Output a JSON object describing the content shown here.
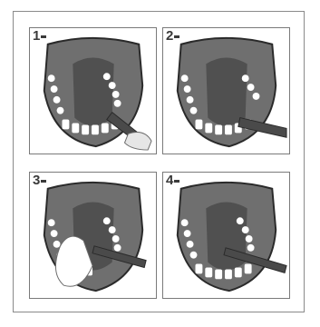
{
  "figure": {
    "panels": [
      {
        "step": "1",
        "action": "outer-upper-right"
      },
      {
        "step": "2",
        "action": "outer-lower-right"
      },
      {
        "step": "3",
        "action": "inner-upper"
      },
      {
        "step": "4",
        "action": "inner-lower"
      }
    ],
    "colors": {
      "mouth_fill": "#6f6f6f",
      "tongue_fill": "#505050",
      "tooth_fill": "#ffffff",
      "brush_fill": "#4a4a4a",
      "outline": "#2a2a2a"
    }
  }
}
